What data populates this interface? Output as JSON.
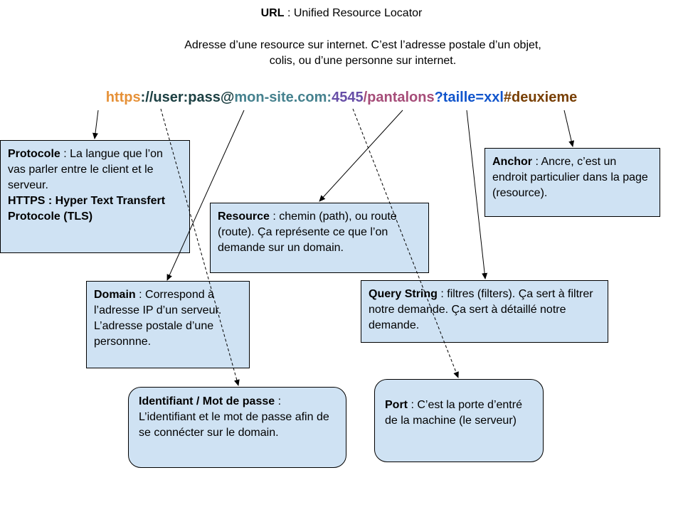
{
  "title": {
    "bold": "URL",
    "rest": " : Unified Resource Locator"
  },
  "subtitle": {
    "line1": "Adresse d’une resource sur internet. C’est l’adresse postale d’un objet,",
    "line2": "colis, ou d’une personne sur internet."
  },
  "url_parts": [
    {
      "text": "https",
      "color": "#e69138"
    },
    {
      "text": "://user:pass@",
      "color": "#1c4043"
    },
    {
      "text": "mon-site.com:",
      "color": "#45818e"
    },
    {
      "text": "4545",
      "color": "#674ea7"
    },
    {
      "text": "/pantalons",
      "color": "#a64d79"
    },
    {
      "text": "?taille=xxl",
      "color": "#1155cc"
    },
    {
      "text": "#deuxieme",
      "color": "#783f04"
    }
  ],
  "boxes": {
    "protocole": {
      "title": "Protocole",
      "text": " : La langue que l’on vas parler entre le client et le serveur.",
      "extra": "HTTPS : Hyper Text Transfert Protocole (TLS)"
    },
    "anchor": {
      "title": "Anchor",
      "text": " : Ancre, c’est un endroit particulier dans la page (resource)."
    },
    "resource": {
      "title": "Resource",
      "text": " : chemin (path), ou route (route). Ça représente ce que l’on demande sur un domain."
    },
    "domain": {
      "title": "Domain",
      "text": " : Correspond à l’adresse IP d’un serveur. L’adresse postale d’une personnne."
    },
    "query": {
      "title": "Query String",
      "text": " : filtres (filters). Ça sert à filtrer notre demande. Ça sert à détaillé notre demande."
    },
    "identifiant": {
      "title": "Identifiant / Mot de passe",
      "text": " : L’identifiant et le mot de passe afin de se connécter sur le domain."
    },
    "port": {
      "title": "Port",
      "text": " : C’est la porte d’entré de la machine (le serveur)"
    }
  },
  "colors": {
    "box_fill": "#cfe2f3",
    "box_border": "#000000"
  }
}
